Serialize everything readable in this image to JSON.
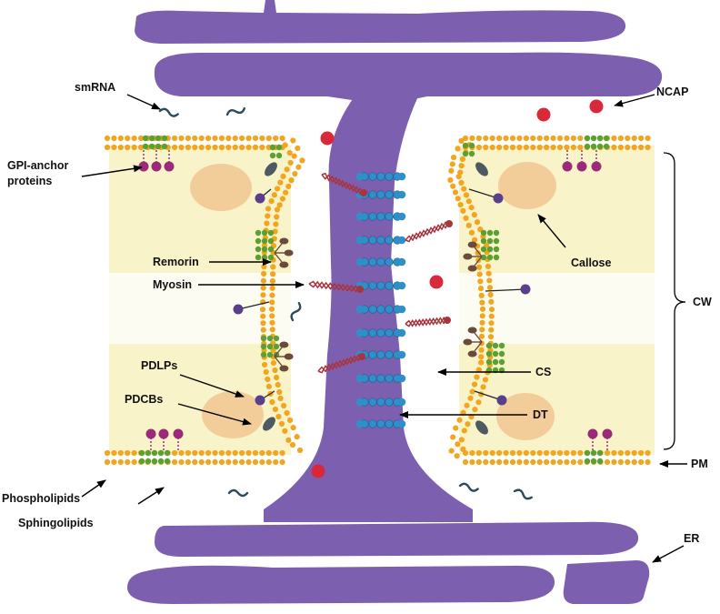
{
  "labels": {
    "smrna": "smRNA",
    "ncap": "NCAP",
    "gpi_line1": "GPI-anchor",
    "gpi_line2": "proteins",
    "remorin": "Remorin",
    "myosin": "Myosin",
    "callose": "Callose",
    "cw": "CW",
    "pdlps": "PDLPs",
    "pdcbs": "PDCBs",
    "cs": "CS",
    "dt": "DT",
    "pm": "PM",
    "phospholipids": "Phospholipids",
    "sphingolipids": "Sphingolipids",
    "er": "ER"
  },
  "colors": {
    "er": "#7d5fb0",
    "er_dark": "#5e3f94",
    "cell_wall": "#f8f3c8",
    "middle_lamella": "#fdfcf2",
    "phospholipid_head": "#f2a51d",
    "sphingolipid": "#5aa032",
    "gpi_protein": "#9c2a7a",
    "ncap": "#d8283a",
    "callose": "#f1c08a",
    "myosin": "#a8343e",
    "remorin": "#6a4a3a",
    "pdlp": "#5a3f8c",
    "pdcb": "#4d5a60",
    "cs_bead": "#2f8fc8",
    "smrna": "#2c4a5c"
  }
}
